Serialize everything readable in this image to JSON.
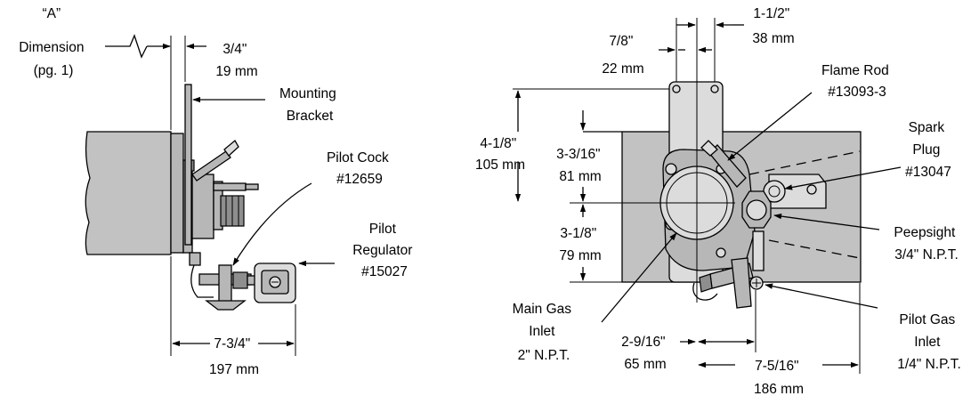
{
  "left_view": {
    "a_dimension": [
      "“A”",
      "Dimension",
      "(pg. 1)"
    ],
    "bracket_dim": [
      "3/4\"",
      "19 mm"
    ],
    "mounting_bracket": [
      "Mounting",
      "Bracket"
    ],
    "pilot_cock": [
      "Pilot Cock",
      "#12659"
    ],
    "pilot_regulator": [
      "Pilot",
      "Regulator",
      "#15027"
    ],
    "depth_dim": [
      "7-3/4\"",
      "197 mm"
    ]
  },
  "right_view": {
    "top_dim": [
      "1-1/2\"",
      "38 mm"
    ],
    "offset_dim": [
      "7/8\"",
      "22 mm"
    ],
    "flame_rod": [
      "Flame Rod",
      "#13093-3"
    ],
    "spark_plug": [
      "Spark",
      "Plug",
      "#13047"
    ],
    "height_dim": [
      "4-1/8\"",
      "105 mm"
    ],
    "upper_dim": [
      "3-3/16\"",
      "81 mm"
    ],
    "lower_dim": [
      "3-1/8\"",
      "79 mm"
    ],
    "peepsight": [
      "Peepsight",
      "3/4\" N.P.T."
    ],
    "main_gas_inlet": [
      "Main Gas",
      "Inlet",
      "2\" N.P.T."
    ],
    "pilot_gas_inlet": [
      "Pilot Gas",
      "Inlet",
      "1/4\" N.P.T."
    ],
    "inlet_dim": [
      "2-9/16\"",
      "65 mm"
    ],
    "width_dim": [
      "7-5/16\"",
      "186 mm"
    ]
  }
}
